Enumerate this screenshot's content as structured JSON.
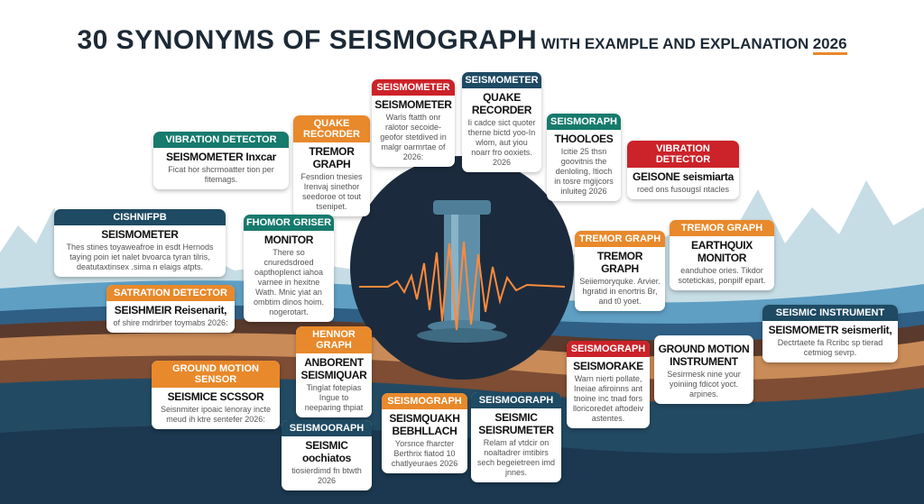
{
  "title": {
    "main": "30 SYNONYMS OF SEISMOGRAPH",
    "sub": "WITH EXAMPLE AND EXPLANATION",
    "year": "2026"
  },
  "colors": {
    "navy": "#1e4a63",
    "teal": "#167a6c",
    "orange": "#e8892b",
    "red": "#cc2229",
    "circle": "#1b2b3d",
    "wave": "#ff8a3c"
  },
  "center_icon": "seismometer-column-icon",
  "cards": [
    {
      "header": "CISHNIFPB",
      "color": "navy",
      "title": "SEISMOMETER",
      "desc": "Thes stines toyaweafroe in esdt Hernods taying poin iet nalet bvoarca tyran tilris, deatutaxtinsex .sima n elaigs atpts."
    },
    {
      "header": "VIBRATION DETECTOR",
      "color": "teal",
      "title": "SEISMOMETER Inxcar",
      "desc": "Ficat hor shcrmoatter tion per fitemags."
    },
    {
      "header": "QUAKE RECORDER",
      "color": "orange",
      "title": "TREMOR GRAPH",
      "desc": "Fesndion tnesies Irenvaj sinethor seedoroe ot tout tsenipet."
    },
    {
      "header": "FHOMOR GRISER",
      "color": "teal",
      "title": "MONITOR",
      "desc": "There so cnuredsdroed oapthoplenct iahoa varnee in hexitne Wath. Mnic yiat an ombtim dinos hoim. nogerotart."
    },
    {
      "header": "SATRATION DETECTOR",
      "color": "orange",
      "title": "SEISHMEIR Reisenarit,",
      "desc": "of shire mdrirber toymabs 2026:"
    },
    {
      "header": "SEISMOMETER",
      "color": "red",
      "title": "SEISMOMETER",
      "desc": "Warls ftatth onr ralotor secoide-geofor stetdived in malgr oarmrtae of 2026:"
    },
    {
      "header": "SEISMOMETER",
      "color": "navy",
      "title": "QUAKE RECORDER",
      "desc": "Ii cadce sict quoter therne bictd yoo-In wlom, aut yiou noarr fro ooxiets. 2026"
    },
    {
      "header": "SEISMORAPH",
      "color": "teal",
      "title": "THOOLOES",
      "desc": "Icitie 25 thsn goovitnis the denloling, Itioch in tosre mgijcors inluiteg 2026"
    },
    {
      "header": "VIBRATION DETECTOR",
      "color": "red",
      "title": "GEISONE seismiarta",
      "desc": "roed ons fusougsl ntacles"
    },
    {
      "header": "TREMOR GRAPH",
      "color": "orange",
      "title": "EARTHQUIX MONITOR",
      "desc": "eanduhoe ories. Tikdor sotetickas, ponpilf epart."
    },
    {
      "header": "TREMOR GRAPH",
      "color": "orange",
      "title": "TREMOR GRAPH",
      "desc": "Seiiemoryquke. Arvier. hgratid in enortris Br, and t0 yoet."
    },
    {
      "header": "SEISMIC INSTRUMENT",
      "color": "navy",
      "title": "SEISMOMETR seismerlit,",
      "desc": "Dectrtaete fa Rcribc sp tierad cetmiog sevrp."
    },
    {
      "header": "",
      "color": "none",
      "title": "GROUND MOTION INSTRUMENT",
      "desc": "Sesirmesk nine your yoiniing fdicot yoct. arpines."
    },
    {
      "header": "SEISMOGRAPH",
      "color": "red",
      "title": "SEISMORAKE",
      "desc": "Warn nierti pollate, Ineiae afiroinns ant tnoine inc tnad fors lloricoredet aftodeiv astentes."
    },
    {
      "header": "GROUND MOTION SENSOR",
      "color": "orange",
      "title": "SEISMICE SCSSOR",
      "desc": "Seisnmiter ipoaic lenoray incte meud ih ktre sentefer 2026:"
    },
    {
      "header": "HENNOR GRAPH",
      "color": "orange",
      "title": "ANBORENT SEISMIQUAR",
      "desc": "Tinglat fotepias Ingue to neeparing thpiat"
    },
    {
      "header": "SEISMOORAPH",
      "color": "navy",
      "title": "SEISMIC oochiatos",
      "desc": "tiosierdimd fn btwth 2026"
    },
    {
      "header": "SEISMOGRAPH",
      "color": "orange",
      "title": "SEISMQUAKH BEBHLLACH",
      "desc": "Yorsnce fharcter Berthrix fiatod 10 chatlyeuraes 2026"
    },
    {
      "header": "SEISMOGRAPH",
      "color": "navy",
      "title": "SEISMIC SEISRUMETER",
      "desc": "Relam af vtdcir on noaltadrer imtibirs sech begeietreen imd jnnes."
    }
  ]
}
